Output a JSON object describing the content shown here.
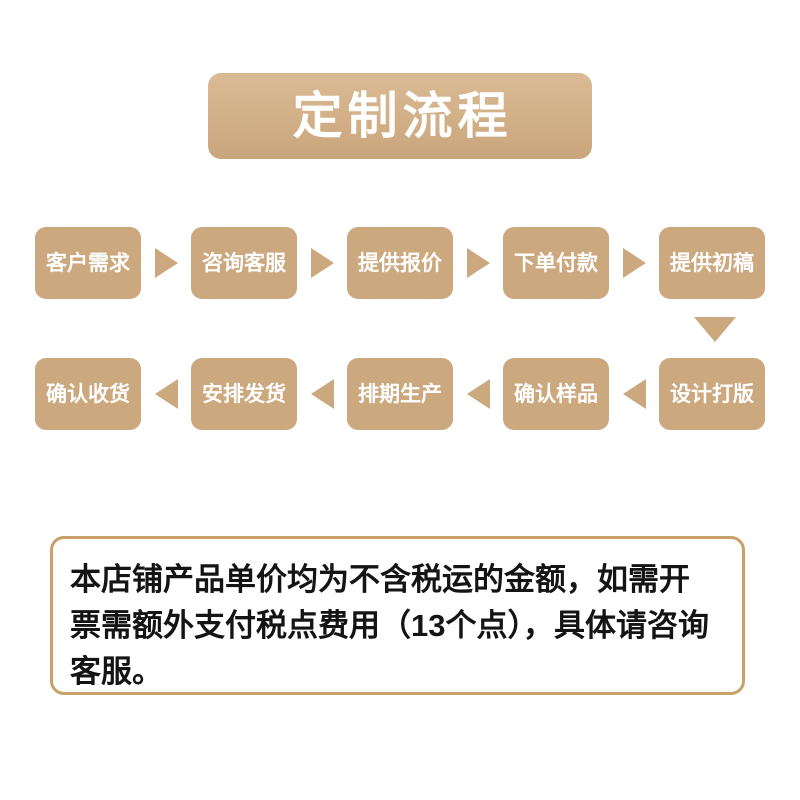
{
  "banner": {
    "title": "定制流程",
    "gradient_from": "#dabb95",
    "gradient_to": "#c9a57c",
    "text_color": "#ffffff"
  },
  "theme": {
    "box_color": "#cba87e",
    "arrow_color": "#cba87e",
    "notice_border_color": "#c8a06a",
    "notice_text_color": "#141414",
    "background": "#ffffff"
  },
  "flow": {
    "row1": {
      "direction": "right",
      "arrow_icon": "triangle-right-icon",
      "steps": [
        {
          "label": "客户需求"
        },
        {
          "label": "咨询客服"
        },
        {
          "label": "提供报价"
        },
        {
          "label": "下单付款"
        },
        {
          "label": "提供初稿"
        }
      ]
    },
    "connector": {
      "icon": "triangle-down-icon",
      "direction": "down"
    },
    "row2": {
      "direction": "left",
      "arrow_icon": "triangle-left-icon",
      "steps": [
        {
          "label": "确认收货"
        },
        {
          "label": "安排发货"
        },
        {
          "label": "排期生产"
        },
        {
          "label": "确认样品"
        },
        {
          "label": "设计打版"
        }
      ]
    }
  },
  "notice": {
    "text": "本店铺产品单价均为不含税运的金额，如需开票需额外支付税点费用（13个点），具体请咨询客服。"
  }
}
